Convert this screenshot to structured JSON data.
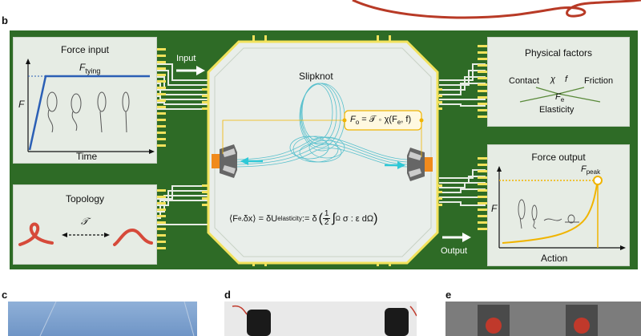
{
  "panel_labels": {
    "b": "b",
    "c": "c",
    "d": "d",
    "e": "e"
  },
  "force_input": {
    "title": "Force input",
    "y_label": "F",
    "x_label": "Time",
    "curve_label": "F",
    "curve_label_sub": "tying"
  },
  "topology": {
    "title": "Topology",
    "operator": "𝒯"
  },
  "arrows": {
    "input": "Input",
    "output": "Output"
  },
  "slipknot": {
    "title": "Slipknot",
    "equation_main": "F",
    "equation_main_sub": "o",
    "equation_rhs": " = 𝒯 ∘ χ(F",
    "equation_rhs_sub": "e",
    "equation_tail": ", f)",
    "energy_left": "⟨F",
    "energy_left_sub": "e,",
    "energy_mid": " δx⟩ = δU",
    "energy_mid_sub": "elasticity",
    "energy_right": " := δ",
    "energy_frac_num": "1",
    "energy_frac_den": "2",
    "energy_integral": "∫",
    "energy_integral_sub": "Ω",
    "energy_integrand": "σ : ε dΩ"
  },
  "physical_factors": {
    "title": "Physical factors",
    "contact": "Contact",
    "chi": "χ",
    "f": "f",
    "friction": "Friction",
    "fe": "F",
    "fe_sub": "e",
    "elasticity": "Elasticity"
  },
  "force_output": {
    "title": "Force output",
    "y_label": "F",
    "x_label": "Action",
    "peak_label": "F",
    "peak_label_sub": "peak"
  },
  "colors": {
    "board": "#2e6b26",
    "pin": "#f2e25c",
    "card": "#e6ece4",
    "input_curve": "#2b5fb5",
    "output_curve": "#f0b400",
    "rope": "#d64a3a",
    "knot": "#3fb8c8"
  }
}
